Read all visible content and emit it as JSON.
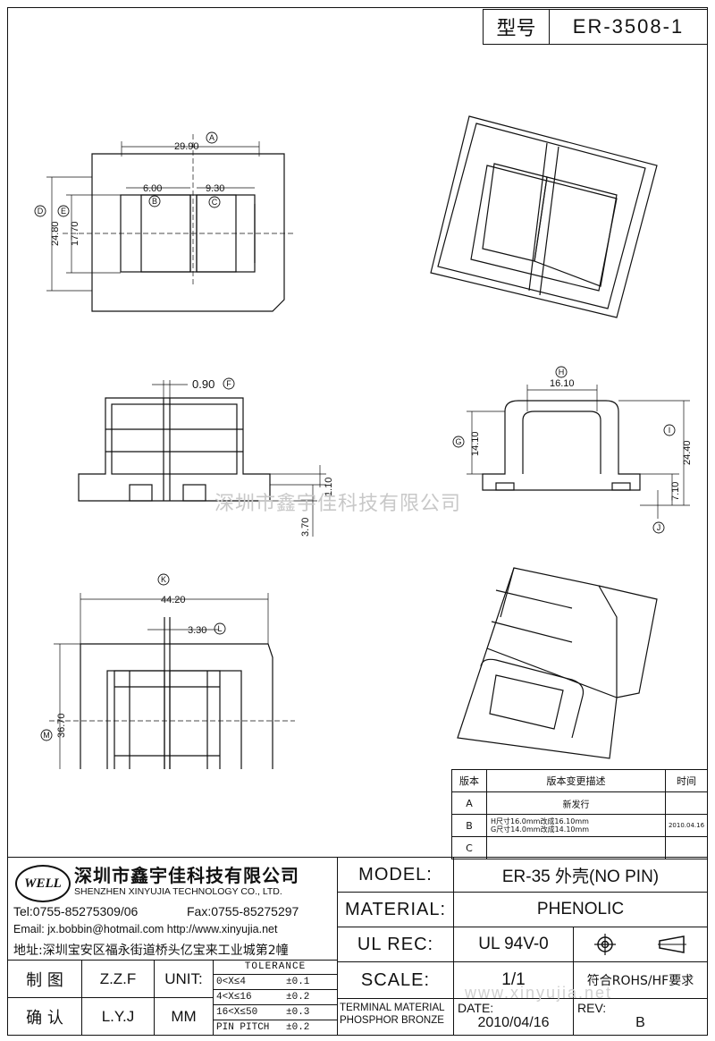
{
  "header": {
    "model_label": "型号",
    "model_value": "ER-3508-1"
  },
  "watermark": {
    "center": "深圳市鑫宇佳科技有限公司",
    "bottom": "www.xinyujia.net"
  },
  "dimensions": {
    "A": "29.90",
    "B": "6.00",
    "C": "9.30",
    "D": "24.80",
    "E": "17.70",
    "F": "0.90",
    "H": "16.10",
    "I": "24.40",
    "G": "14.10",
    "J": "7.10",
    "K": "44.20",
    "L": "3.30",
    "M": "36.70",
    "side_a": "1.10",
    "side_b": "3.70",
    "labels": {
      "A": "A",
      "B": "B",
      "C": "C",
      "D": "D",
      "E": "E",
      "F": "F",
      "G": "G",
      "H": "H",
      "I": "I",
      "J": "J",
      "K": "K",
      "L": "L",
      "M": "M"
    }
  },
  "revision_table": {
    "headers": [
      "版本",
      "版本变更描述",
      "时间"
    ],
    "rows": [
      {
        "ver": "A",
        "desc1": "新发行",
        "desc2": "",
        "date": ""
      },
      {
        "ver": "B",
        "desc1": "H尺寸16.0mm改成16.10mm",
        "desc2": "G尺寸14.0mm改成14.10mm",
        "date": "2010.04.16"
      },
      {
        "ver": "C",
        "desc1": "",
        "desc2": "",
        "date": ""
      }
    ]
  },
  "company": {
    "logo": "WELL",
    "name_cn": "深圳市鑫宇佳科技有限公司",
    "name_en": "SHENZHEN XINYUJIA TECHNOLOGY CO., LTD.",
    "tel": "Tel:0755-85275309/06",
    "fax": "Fax:0755-85275297",
    "email": "Email: jx.bobbin@hotmail.com http://www.xinyujia.net",
    "address": "地址:深圳宝安区福永街道桥头亿宝来工业城第2幢"
  },
  "title_block": {
    "model_label": "MODEL:",
    "model_value": "ER-35 外壳(NO PIN)",
    "material_label": "MATERIAL:",
    "material_value": "PHENOLIC",
    "ulrec_label": "UL REC:",
    "ulrec_value": "UL 94V-0",
    "scale_label": "SCALE:",
    "scale_value": "1/1",
    "rohs": "符合ROHS/HF要求",
    "terminal_material": "TERMINAL MATERIAL",
    "phosphor": "PHOSPHOR BRONZE",
    "date_label": "DATE:",
    "date_value": "2010/04/16",
    "rev_label": "REV:",
    "rev_value": "B",
    "draw_label": "制 图",
    "draw_value": "Z.Z.F",
    "check_label": "确 认",
    "check_value": "L.Y.J",
    "unit_label": "UNIT:",
    "unit_value": "MM",
    "tolerance_title": "TOLERANCE",
    "tolerance_rows": [
      {
        "range": "0<X≤4",
        "value": "±0.1"
      },
      {
        "range": "4<X≤16",
        "value": "±0.2"
      },
      {
        "range": "16<X≤50",
        "value": "±0.3"
      },
      {
        "range": "PIN PITCH",
        "value": "±0.2"
      }
    ]
  },
  "icons": [
    "crosshair-symbol-icon",
    "projection-cone-icon",
    "well-logo-icon"
  ]
}
